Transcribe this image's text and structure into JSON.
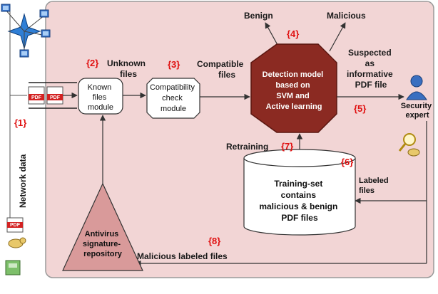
{
  "labels": {
    "benign": "Benign",
    "malicious": "Malicious",
    "unknown_files": [
      "Unknown",
      "files"
    ],
    "compatible_files": [
      "Compatible",
      "files"
    ],
    "suspected": [
      "Suspected",
      "as",
      "informative",
      "PDF file"
    ],
    "security_expert": [
      "Security",
      "expert"
    ],
    "retraining": "Retraining",
    "labeled_files": [
      "Labeled",
      "files"
    ],
    "malicious_labeled_files": "Malicious labeled files",
    "network_data": "Network data",
    "pdf_tag": "PDF"
  },
  "nodes": {
    "known_files": [
      "Known",
      "files",
      "module"
    ],
    "compatibility_check": [
      "Compatibility",
      "check",
      "module"
    ],
    "detection_model": [
      "Detection model",
      "based on",
      "SVM and",
      "Active learning"
    ],
    "training_set": [
      "Training-set",
      "contains",
      "malicious & benign",
      "PDF files"
    ],
    "antivirus": [
      "Antivirus",
      "signature-",
      "repository"
    ]
  },
  "step_numbers": {
    "s1": "{1}",
    "s2": "{2}",
    "s3": "{3}",
    "s4": "{4}",
    "s5": "{5}",
    "s6": "{6}",
    "s7": "{7}",
    "s8": "{8}"
  },
  "colors": {
    "panel_fill": "#f2d5d5",
    "octagon": "#8b2a22",
    "triangle": "#d99a9a",
    "step_red": "#e01010",
    "network_blue": "#1f5fbf"
  },
  "icons": [
    "computer-icon",
    "network-star-icon",
    "pdf-document-icon",
    "user-icon",
    "magnifier-icon",
    "bug-icon",
    "server-icon"
  ]
}
